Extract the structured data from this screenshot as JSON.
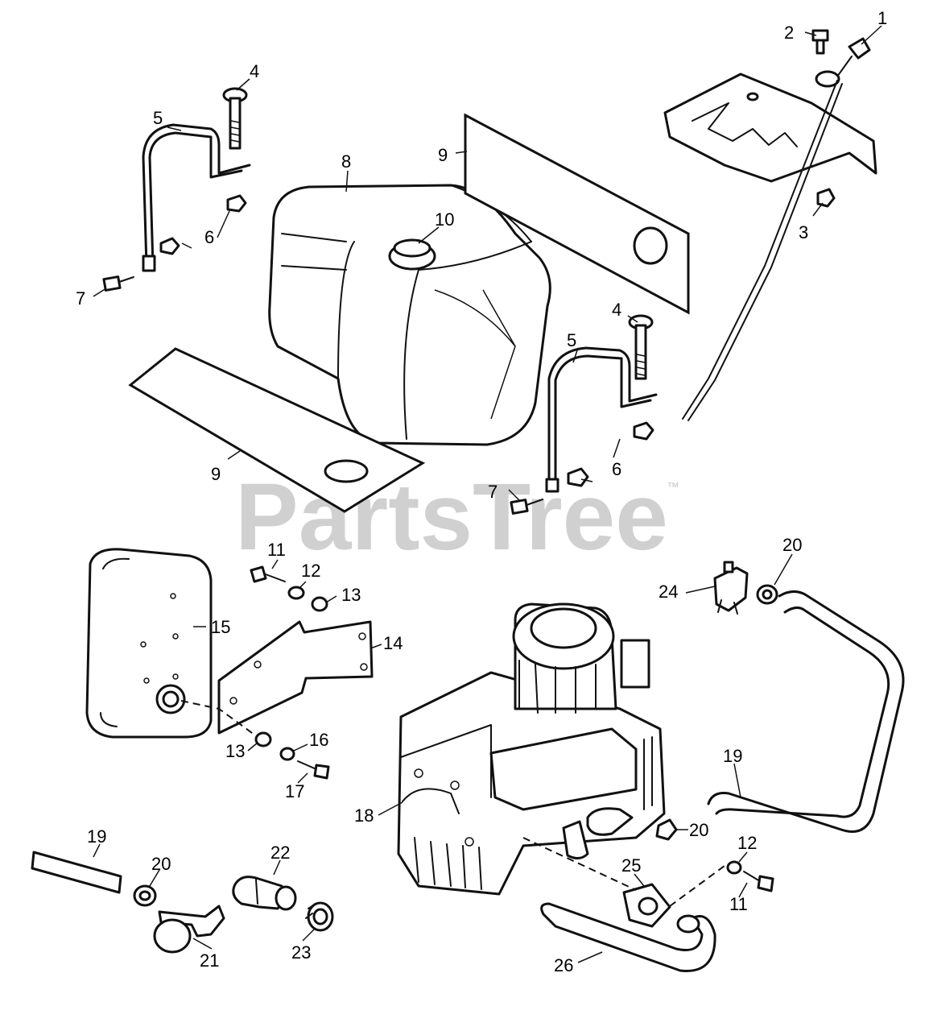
{
  "watermark": {
    "text": "PartsTree",
    "trademark": "™"
  },
  "callouts": {
    "c1": "1",
    "c2": "2",
    "c3": "3",
    "c4a": "4",
    "c4b": "4",
    "c5a": "5",
    "c5b": "5",
    "c6a": "6",
    "c6b": "6",
    "c7a": "7",
    "c7b": "7",
    "c8": "8",
    "c9a": "9",
    "c9b": "9",
    "c10": "10",
    "c11a": "11",
    "c11b": "11",
    "c12a": "12",
    "c12b": "12",
    "c13a": "13",
    "c13b": "13",
    "c14": "14",
    "c15": "15",
    "c16": "16",
    "c17": "17",
    "c18": "18",
    "c19a": "19",
    "c19b": "19",
    "c20a": "20",
    "c20b": "20",
    "c20c": "20",
    "c21": "21",
    "c22": "22",
    "c23": "23",
    "c24": "24",
    "c25": "25",
    "c26": "26"
  }
}
